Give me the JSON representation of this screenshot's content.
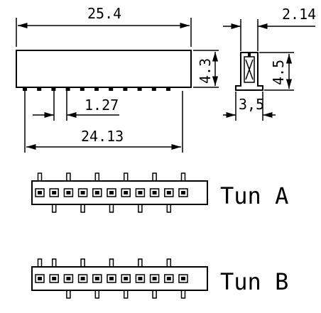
{
  "dimensions": {
    "overall_length": "25.4",
    "pin_pitch": "1.27",
    "pin_span": "24.13",
    "side_height": "4.3",
    "side_width": "2.14",
    "total_height": "4.5",
    "base_width": "3,5"
  },
  "variants": {
    "type_a": "Tun A",
    "type_b": "Tun B"
  },
  "pin_count": 11
}
